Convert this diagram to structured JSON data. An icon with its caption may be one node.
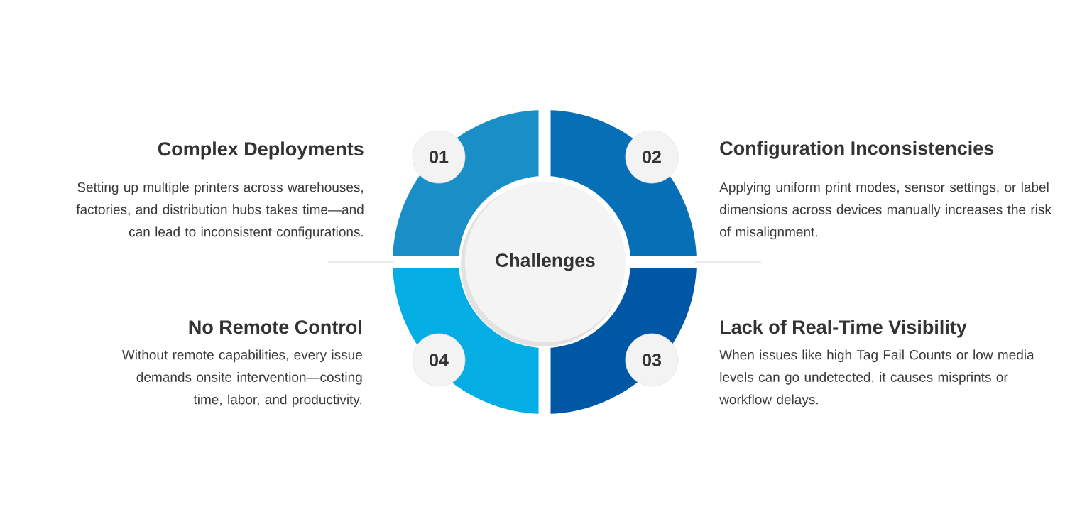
{
  "diagram": {
    "nodes": [
      {
        "text": [
          "Challenges"
        ]
      },
      {
        "text": [
          "01"
        ],
        "beside": [
          "Complex Deployments",
          "Setting up multiple printers across warehouses, factories, and distribution hubs takes time—and can lead to inconsistent configurations."
        ]
      },
      {
        "text": [
          "02"
        ],
        "beside": [
          "Configuration Inconsistencies",
          "Applying uniform print modes, sensor settings, or label dimensions across devices manually increases the risk of misalignment."
        ]
      },
      {
        "text": [
          "03"
        ],
        "beside": [
          "Lack of Real-Time Visibility",
          "When issues like high Tag Fail Counts or low media levels can go undetected, it causes misprints or workflow delays."
        ]
      },
      {
        "text": [
          "04"
        ],
        "beside": [
          "No Remote Control",
          "Without remote capabilities, every issue demands onsite intervention—costing time, labor, and productivity."
        ]
      }
    ]
  }
}
